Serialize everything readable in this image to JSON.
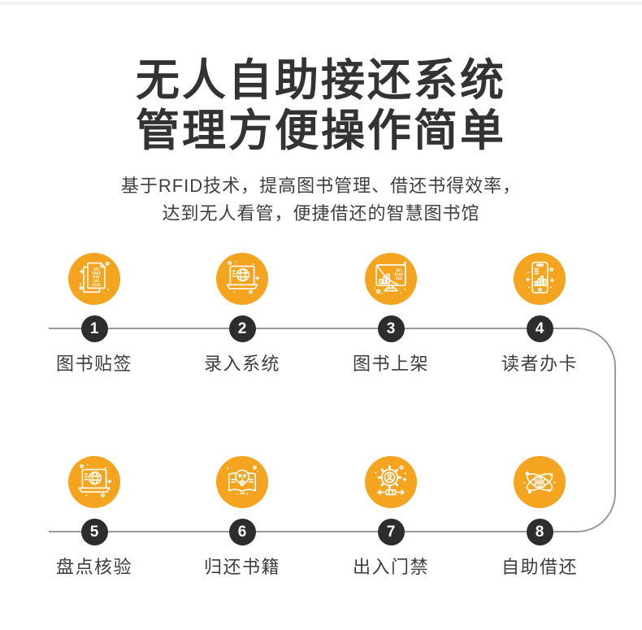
{
  "page": {
    "title_line1": "无人自助接还系统",
    "title_line2": "管理方便操作简单",
    "subtitle_line1": "基于RFID技术，提高图书管理、借还书得效率，",
    "subtitle_line2": "达到无人看管，便捷借还的智慧图书馆"
  },
  "diagram": {
    "steps": [
      {
        "number": "1",
        "label": "图书贴签",
        "icon": "binary-document-icon"
      },
      {
        "number": "2",
        "label": "录入系统",
        "icon": "laptop-globe-icon"
      },
      {
        "number": "3",
        "label": "图书上架",
        "icon": "monitor-chart-icon"
      },
      {
        "number": "4",
        "label": "读者办卡",
        "icon": "phone-chart-icon"
      },
      {
        "number": "5",
        "label": "盘点核验",
        "icon": "laptop-globe-icon"
      },
      {
        "number": "6",
        "label": "归还书籍",
        "icon": "book-bulb-icon"
      },
      {
        "number": "7",
        "label": "出入门禁",
        "icon": "gear-user-icon"
      },
      {
        "number": "8",
        "label": "自助借还",
        "icon": "atom-server-icon"
      }
    ],
    "binary_lines": [
      "101",
      "0101",
      "010",
      "101",
      "0101"
    ],
    "monitor_binary": [
      "101",
      "0101",
      "010"
    ]
  },
  "colors": {
    "accent_orange": "#F5A41F",
    "badge_dark": "#2d2d2d",
    "line_gray": "#9a9a9a",
    "title_dark": "#333333"
  }
}
